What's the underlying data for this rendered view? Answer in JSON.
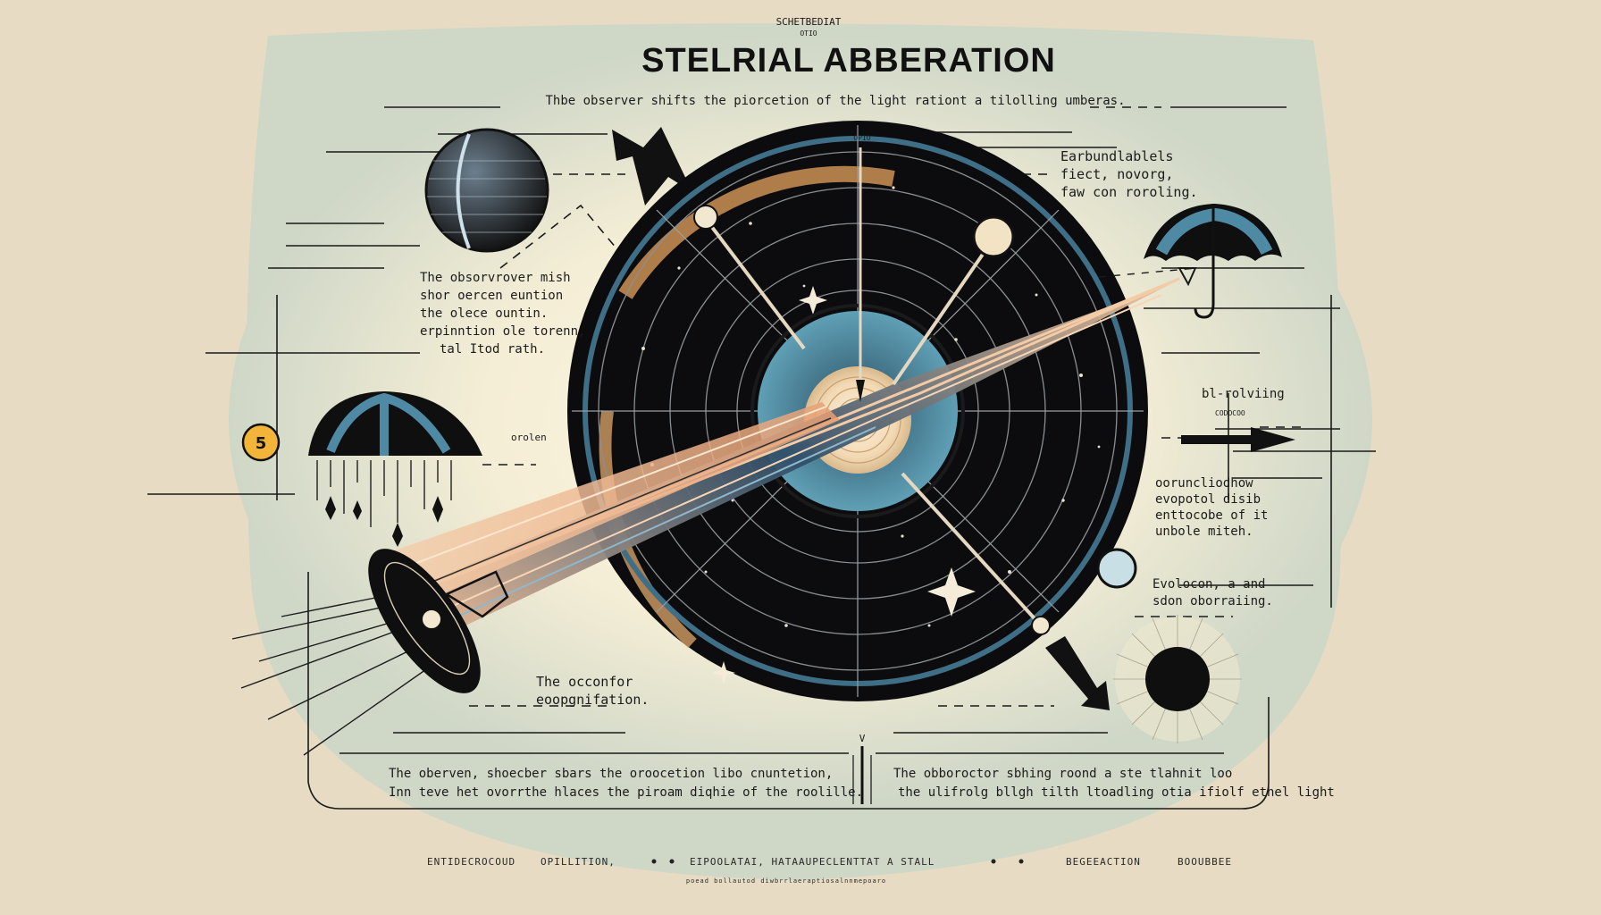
{
  "poster": {
    "kicker": "SCHETBEDIAT",
    "kicker_sub": "OTIO",
    "title": "STELRIAL ABBERATION",
    "subtitle": "Thbe observer shifts the piorcetion of the light rationt a tilolling umberas.",
    "step_badge": "5",
    "colors": {
      "background": "#e7dcc3",
      "panel": "#cfd7c7",
      "glow": "#f7f0d8",
      "disc": "#0c0c0e",
      "ring_teal": "#4c8aa2",
      "beam_orange": "#e4a77a",
      "badge": "#f2b53a",
      "ink": "#111111"
    }
  },
  "labels": {
    "top_right": [
      "Earbundlablels",
      "fiect, novorg,",
      "faw con roroling."
    ],
    "left_middle": [
      "The obsorvrover mish",
      "shor oercen euntion",
      "the olece ountin.",
      "erpinntion ole torenn,",
      "tal Itod rath."
    ],
    "orolen": "orolen",
    "bl_rolving": "bl-rolviing",
    "bl_rolving_sub": "CODOCOO",
    "right_middle": [
      "ooruncliodhow",
      "evopotol disib",
      "enttocobe of it",
      "unbole miteh."
    ],
    "right_lower": [
      "Evolocon, a and",
      "sdon oborraiing."
    ],
    "bottom_left_small": [
      "The occonfor",
      "eoopgnifation."
    ],
    "top_tick": "OPIO",
    "bottom_tick": "V"
  },
  "captions": {
    "left": [
      "The oberven, shoecber sbars the oroocetion libo cnuntetion,",
      "Inn teve het ovorrthe hlaces the piroam diqhie of the roolille."
    ],
    "right": [
      "The obboroctor sbhing roond a ste tlahnit loo",
      "the ulifrolg bllgh tilth ltoadling otia ifiolf ethel light"
    ]
  },
  "footer": {
    "items": [
      "ENTIDECROCOUD",
      "OPILLITION,",
      "EIPOOLATAI, HATAAUPECLENTTAT A STALL",
      "BEGEEACTION",
      "BOOUBBEE"
    ],
    "fine_print": "poead bollautod diwbrrlaeraptiosalnnmepoaro"
  }
}
